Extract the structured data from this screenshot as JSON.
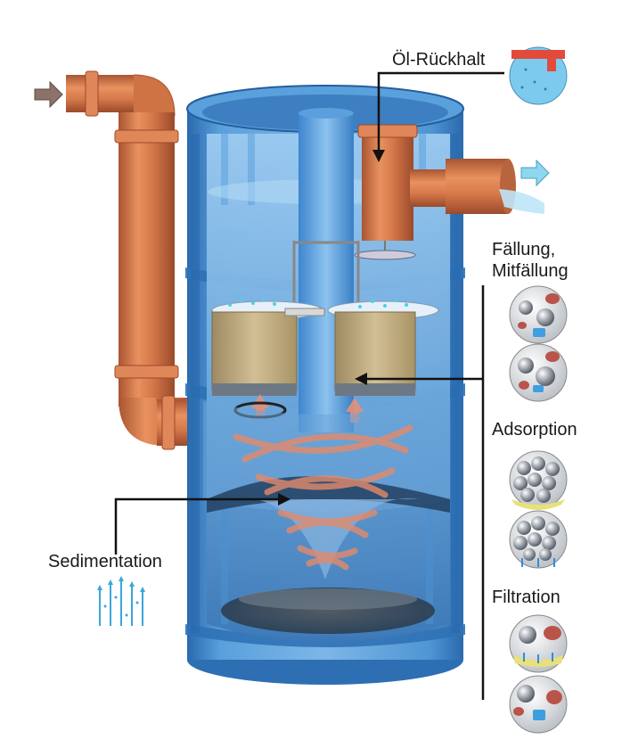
{
  "labels": {
    "oil_retention": "Öl-Rückhalt",
    "precipitation_line1": "Fällung,",
    "precipitation_line2": "Mitfällung",
    "adsorption": "Adsorption",
    "filtration": "Filtration",
    "sedimentation": "Sedimentation"
  },
  "icons": {
    "inlet_arrow": "arrow-right-icon",
    "outlet_arrow": "arrow-right-icon",
    "oil_detail": "oil-layer-detail-icon",
    "precipitation_1": "particle-precipitation-icon",
    "precipitation_2": "particle-coprecipitation-icon",
    "adsorption_1": "adsorption-granules-icon",
    "adsorption_2": "adsorption-flow-icon",
    "filtration_1": "filtration-pore-icon",
    "filtration_2": "filtration-capture-icon",
    "sedimentation": "sedimentation-streams-icon"
  },
  "colors": {
    "tank_blue": "#3f86c8",
    "tank_dark": "#245f9c",
    "pipe_orange": "#d5784a",
    "pipe_dark": "#a95532",
    "filter_tan": "#c9b48a",
    "swirl": "#e48a6a",
    "inlet_arrow": "#8c7268",
    "outlet_arrow": "#8fd6ef",
    "leader_line": "#111111"
  }
}
